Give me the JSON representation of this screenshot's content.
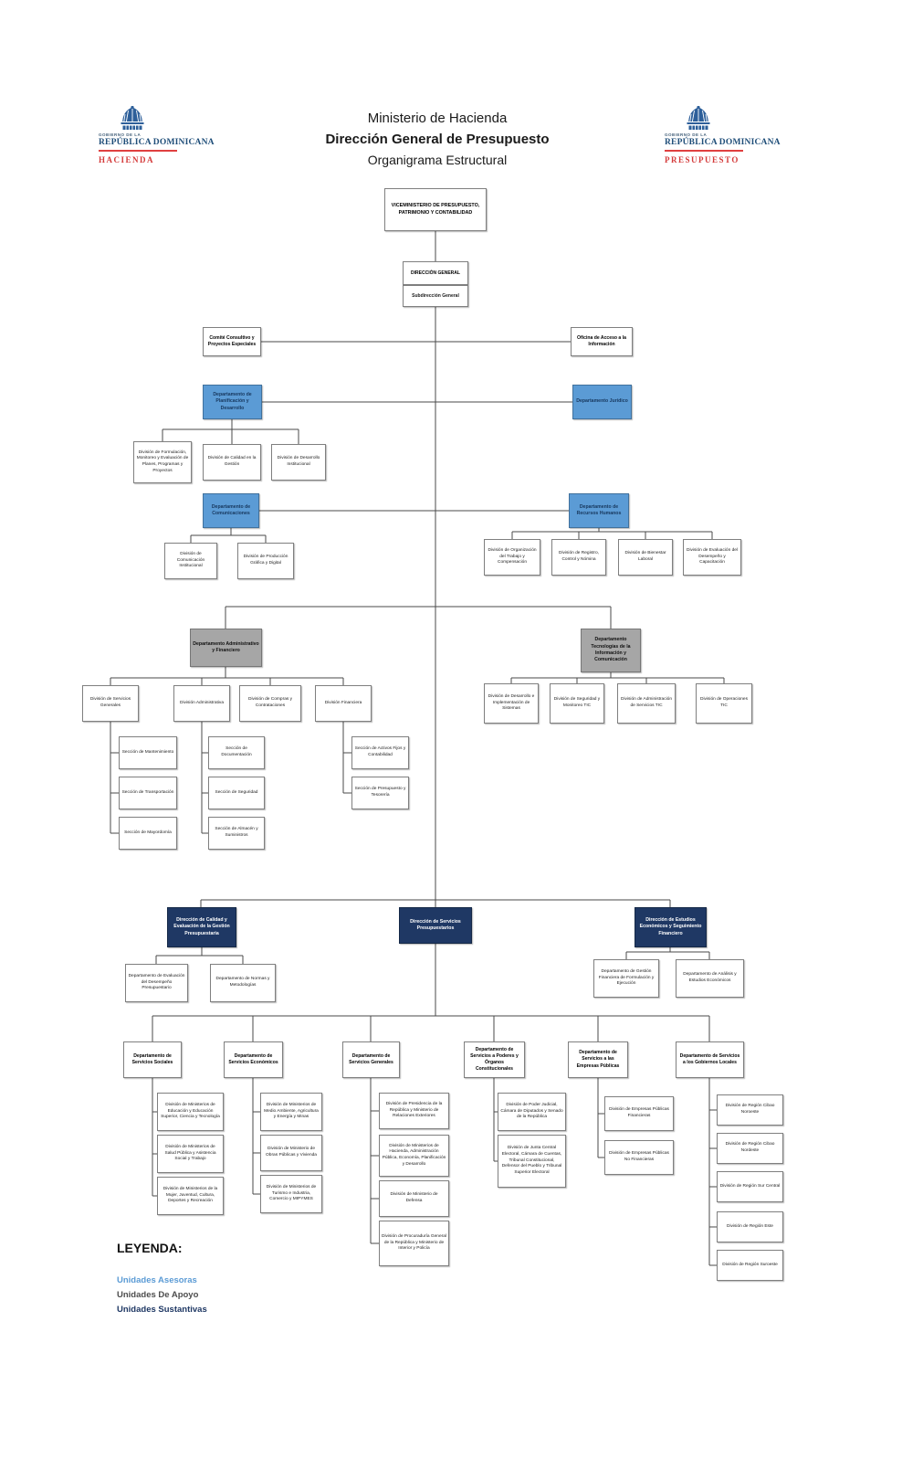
{
  "header": {
    "titles": {
      "line1": "Ministerio de Hacienda",
      "line2": "Dirección General de Presupuesto",
      "line3": "Organigrama Estructural"
    },
    "logo_left": {
      "gobierno": "GOBIERNO DE LA",
      "republica": "REPÚBLICA DOMINICANA",
      "entity": "HACIENDA"
    },
    "logo_right": {
      "gobierno": "GOBIERNO DE LA",
      "republica": "REPÚBLICA DOMINICANA",
      "entity": "PRESUPUESTO"
    }
  },
  "palette": {
    "unidades_asesoras": "#5B9BD5",
    "unidades_de_apoyo": "#A6A6A6",
    "unidades_sustantivas": "#1F3864",
    "connector": "#4a4a4a"
  },
  "legend": {
    "title": "LEYENDA:",
    "items": [
      {
        "label": "Unidades Asesoras",
        "color": "#5B9BD5"
      },
      {
        "label": "Unidades De Apoyo",
        "color": "#4d4d4d"
      },
      {
        "label": "Unidades Sustantivas",
        "color": "#1F3864"
      }
    ]
  },
  "nodes": {
    "viceministerio": {
      "label": "VICEMINISTERIO DE PRESUPUESTO, PATRIMONIO Y CONTABILIDAD"
    },
    "direccion_general": {
      "label": "DIRECCIÓN GENERAL"
    },
    "subdireccion_general": {
      "label": "Subdirección General"
    },
    "comite_consultivo": {
      "label": "Comité Consultivo y Proyectos Especiales"
    },
    "oficina_acceso": {
      "label": "Oficina de Acceso a la Información"
    },
    "dep_planificacion": {
      "label": "Departamento de Planificación y Desarrollo"
    },
    "dep_juridico": {
      "label": "Departamento Jurídico"
    },
    "div_formulacion": {
      "label": "División de Formulación, Monitoreo y Evaluación de Planes, Programas y Proyectos"
    },
    "div_calidad_gestion": {
      "label": "División de Calidad en la Gestión"
    },
    "div_desarrollo_institucional": {
      "label": "División de Desarrollo Institucional"
    },
    "dep_comunicaciones": {
      "label": "Departamento de Comunicaciones"
    },
    "dep_recursos_humanos": {
      "label": "Departamento de Recursos Humanos"
    },
    "div_comunicacion_institucional": {
      "label": "División de Comunicación Institucional"
    },
    "div_produccion_grafica": {
      "label": "División de Producción Gráfica y Digital"
    },
    "div_organizacion_trabajo": {
      "label": "División de Organización del Trabajo y Compensación"
    },
    "div_registro_control": {
      "label": "División de Registro, Control y Nómina"
    },
    "div_bienestar_laboral": {
      "label": "División de Bienestar Laboral"
    },
    "div_evaluacion_desempeno": {
      "label": "División de Evaluación del Desempeño y Capacitación"
    },
    "dep_administrativo_financiero": {
      "label": "Departamento Administrativo y Financiero"
    },
    "dep_tic": {
      "label": "Departamento Tecnologías de la Información y Comunicación"
    },
    "div_servicios_generales": {
      "label": "División de Servicios Generales"
    },
    "div_administrativa": {
      "label": "División Administrativa"
    },
    "div_compras": {
      "label": "División de Compras y Contrataciones"
    },
    "div_financiera": {
      "label": "División Financiera"
    },
    "div_desarrollo_sistemas": {
      "label": "División de Desarrollo e Implementación de Sistemas"
    },
    "div_seguridad_monitoreo": {
      "label": "División de Seguridad y Monitoreo TIC"
    },
    "div_administracion_servicios_tic": {
      "label": "División de Administración de Servicios TIC"
    },
    "div_operaciones_tic": {
      "label": "División de Operaciones TIC"
    },
    "sec_mantenimiento": {
      "label": "Sección de Mantenimiento"
    },
    "sec_transportacion": {
      "label": "Sección de Transportación"
    },
    "sec_mayordomia": {
      "label": "Sección de Mayordomía"
    },
    "sec_documentacion": {
      "label": "Sección de Documentación"
    },
    "sec_seguridad": {
      "label": "Sección de Seguridad"
    },
    "sec_almacen": {
      "label": "Sección de Almacén y Suministros"
    },
    "sec_activos_fijos": {
      "label": "Sección de Activos Fijos y Contabilidad"
    },
    "sec_presupuesto_tesoreria": {
      "label": "Sección de Presupuesto y Tesorería"
    },
    "dir_calidad": {
      "label": "Dirección de Calidad y Evaluación de la Gestión Presupuestaria"
    },
    "dir_servicios_presupuestarios": {
      "label": "Dirección de Servicios Presupuestarios"
    },
    "dir_estudios": {
      "label": "Dirección de Estudios Económicos y Seguimiento Financiero"
    },
    "dep_evaluacion_presupuestaria": {
      "label": "Departamento de Evaluación del Desempeño Presupuestario"
    },
    "dep_normas": {
      "label": "Departamento de Normas y Metodologías"
    },
    "dep_gestion_financiera": {
      "label": "Departamento de Gestión Financiera de Formulación y Ejecución"
    },
    "dep_analisis": {
      "label": "Departamento de Análisis y Estudios Económicos"
    },
    "dep_serv_sociales": {
      "label": "Departamento de Servicios Sociales"
    },
    "dep_serv_economicos": {
      "label": "Departamento de Servicios Económicos"
    },
    "dep_serv_generales": {
      "label": "Departamento de Servicios Generales"
    },
    "dep_serv_poderes": {
      "label": "Departamento de Servicios a Poderes y Órganos Constitucionales"
    },
    "dep_serv_empresas": {
      "label": "Departamento de Servicios a las Empresas Públicas"
    },
    "dep_serv_gobiernos": {
      "label": "Departamento de Servicios a los Gobiernos Locales"
    },
    "div_min_educacion": {
      "label": "División de Ministerios de Educación y Educación Superior, Ciencia y Tecnología"
    },
    "div_min_salud": {
      "label": "División de Ministerios de Salud Pública y Asistencia Social y Trabajo"
    },
    "div_min_mujer": {
      "label": "División de Ministerios de la Mujer, Juventud, Cultura, Deportes y Recreación"
    },
    "div_min_medioambiente": {
      "label": "División de Ministerios de Medio Ambiente, Agricultura y Energía y Minas"
    },
    "div_min_obras": {
      "label": "División de Ministerio de Obras Públicas y Vivienda"
    },
    "div_min_turismo": {
      "label": "División de Ministerios de Turismo e Industria, Comercio y MIPYMES"
    },
    "div_presidencia": {
      "label": "División de Presidencia de la República y Ministerio de Relaciones Exteriores"
    },
    "div_min_hacienda": {
      "label": "División de Ministerios de Hacienda, Administración Pública, Economía, Planificación y Desarrollo"
    },
    "div_min_defensa": {
      "label": "División de Ministerio de Defensa"
    },
    "div_procuraduria": {
      "label": "División de Procuraduría General de la República y Ministerio de Interior y Policía"
    },
    "div_poder_judicial": {
      "label": "División de Poder Judicial, Cámara de Diputados y Senado de la República"
    },
    "div_junta_central": {
      "label": "División de Junta Central Electoral, Cámara de Cuentas, Tribunal Constitucional, Defensor del Pueblo y Tribunal Superior Electoral"
    },
    "div_empresas_financieras": {
      "label": "División de Empresas Públicas Financieras"
    },
    "div_empresas_no_financieras": {
      "label": "División de Empresas Públicas No Financieras"
    },
    "div_region_cibao_noroeste": {
      "label": "División de Región Cibao Noroeste"
    },
    "div_region_cibao_nordeste": {
      "label": "División de Región Cibao Nordeste"
    },
    "div_region_sur_central": {
      "label": "División de Región Sur Central"
    },
    "div_region_este": {
      "label": "División de Región Este"
    },
    "div_region_suroeste": {
      "label": "División de Región Suroeste"
    }
  }
}
